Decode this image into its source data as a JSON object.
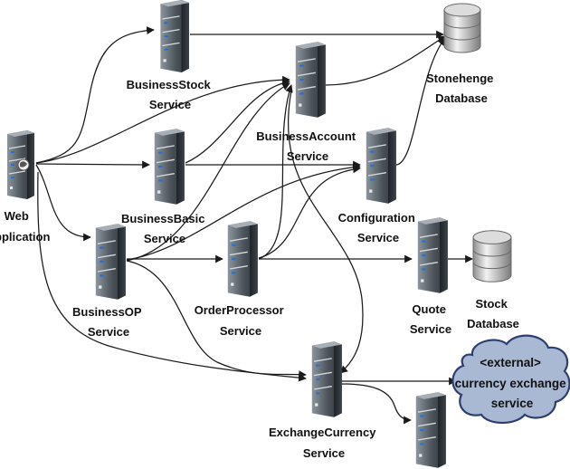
{
  "nodes": {
    "web_app": {
      "label_lines": [
        "Web",
        "Application"
      ]
    },
    "business_stock": {
      "label_lines": [
        "BusinessStock",
        "Service"
      ]
    },
    "business_account": {
      "label_lines": [
        "BusinessAccount",
        "Service"
      ]
    },
    "business_basic": {
      "label_lines": [
        "BusinessBasic",
        "Service"
      ]
    },
    "configuration": {
      "label_lines": [
        "Configuration",
        "Service"
      ]
    },
    "business_op": {
      "label_lines": [
        "BusinessOP",
        "Service"
      ]
    },
    "order_processor": {
      "label_lines": [
        "OrderProcessor",
        "Service"
      ]
    },
    "quote": {
      "label_lines": [
        "Quote",
        "Service"
      ]
    },
    "exchange_currency": {
      "label_lines": [
        "ExchangeCurrency",
        "Service"
      ]
    },
    "stonehenge_db": {
      "label_lines": [
        "Stonehenge",
        "Database"
      ]
    },
    "stock_db": {
      "label_lines": [
        "Stock",
        "Database"
      ]
    },
    "external_service": {
      "label_lines": [
        "<external>",
        "currency exchange",
        "service"
      ]
    }
  },
  "colors": {
    "server_dark": "#2f353b",
    "server_light": "#8c959d",
    "db_light": "#f2f2f2",
    "db_dark": "#8e8e8e",
    "cloud_fill": "#a9b8d3",
    "cloud_stroke": "#2d3f70",
    "line": "#1a1a1a"
  },
  "icon_names": {
    "server": "server-icon",
    "database": "database-icon",
    "cloud": "cloud-icon"
  }
}
